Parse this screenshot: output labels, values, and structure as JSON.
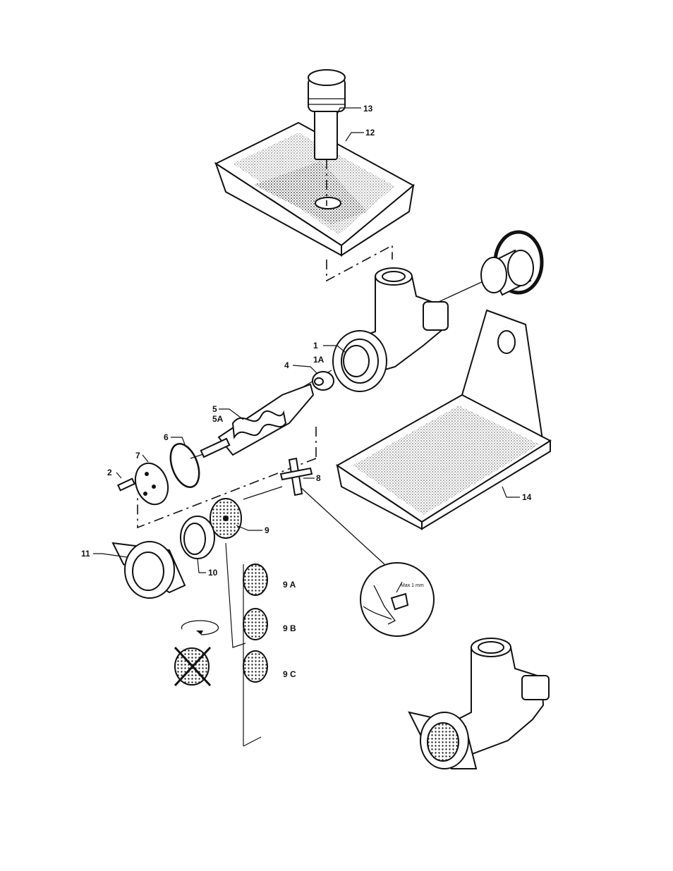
{
  "labels": {
    "p1": "1",
    "p1a": "1A",
    "p2": "2",
    "p4": "4",
    "p5": "5",
    "p5a": "5A",
    "p6": "6",
    "p7": "7",
    "p8": "8",
    "p9": "9",
    "p9a": "9 A",
    "p9b": "9 B",
    "p9c": "9 C",
    "p10": "10",
    "p11": "11",
    "p12": "12",
    "p13": "13",
    "p14": "14",
    "detail": "Max 1 mm"
  }
}
